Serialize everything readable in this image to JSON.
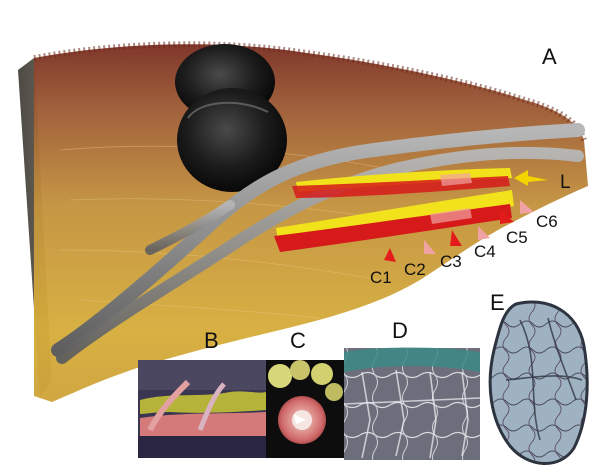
{
  "figure": {
    "panels": {
      "a": "A",
      "b": "B",
      "c": "C",
      "d": "D",
      "e": "E"
    },
    "lumen_label": "L",
    "section_labels": [
      "C1",
      "C2",
      "C3",
      "C4",
      "C5",
      "C6"
    ],
    "colors": {
      "tissue_top": "#8a3b25",
      "tissue_mid": "#c08a3a",
      "tissue_bottom": "#d7b23c",
      "vessel": "#8f8f8f",
      "yellow_structure": "#f2e21c",
      "red_structure": "#d61a1a",
      "marker_red": "#e31b1b",
      "marker_pink": "#f1a3a3",
      "arrow_yellow": "#f3d400",
      "histology_stain": "#3b8a86"
    }
  }
}
